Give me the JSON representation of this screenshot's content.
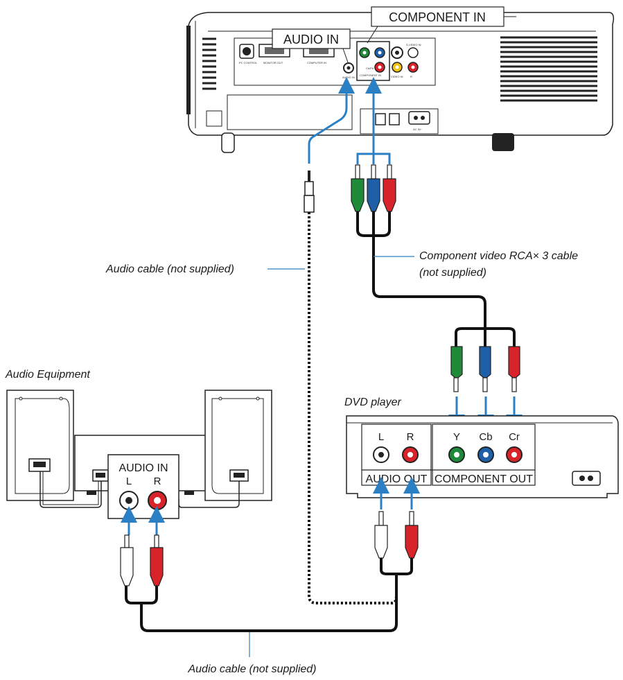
{
  "projector": {
    "audio_in_label": "AUDIO IN",
    "component_in_label": "COMPONENT IN",
    "panel_text": {
      "pc_control": "PC CONTROL",
      "monitor_out": "MONITOR OUT",
      "computer_in": "COMPUTER IN",
      "audio_in_small": "AUDIO IN",
      "video_in": "VIDEO IN",
      "s_video_in": "S-VIDEO IN",
      "cb_cr": "Cb/Pb",
      "component_in_small": "COMPONENT IN",
      "ac_in": "AC IN~",
      "r_small": "R"
    }
  },
  "cables": {
    "audio_cable_1": "Audio cable (not supplied)",
    "component_cable_line1": "Component video RCA× 3 cable",
    "component_cable_line2": "(not supplied)",
    "audio_cable_2": "Audio cable (not supplied)"
  },
  "audio_equipment": {
    "title": "Audio Equipment",
    "input_label": "AUDIO IN",
    "left": "L",
    "right": "R"
  },
  "dvd_player": {
    "title": "DVD player",
    "left": "L",
    "right": "R",
    "y": "Y",
    "cb": "Cb",
    "cr": "Cr",
    "audio_out": "AUDIO OUT",
    "component_out": "COMPONENT OUT"
  },
  "colors": {
    "arrow": "#2b7fc4",
    "plug_green": "#1e8a3a",
    "plug_blue": "#1f5fa8",
    "plug_red": "#d8232a",
    "cable": "#111111"
  }
}
